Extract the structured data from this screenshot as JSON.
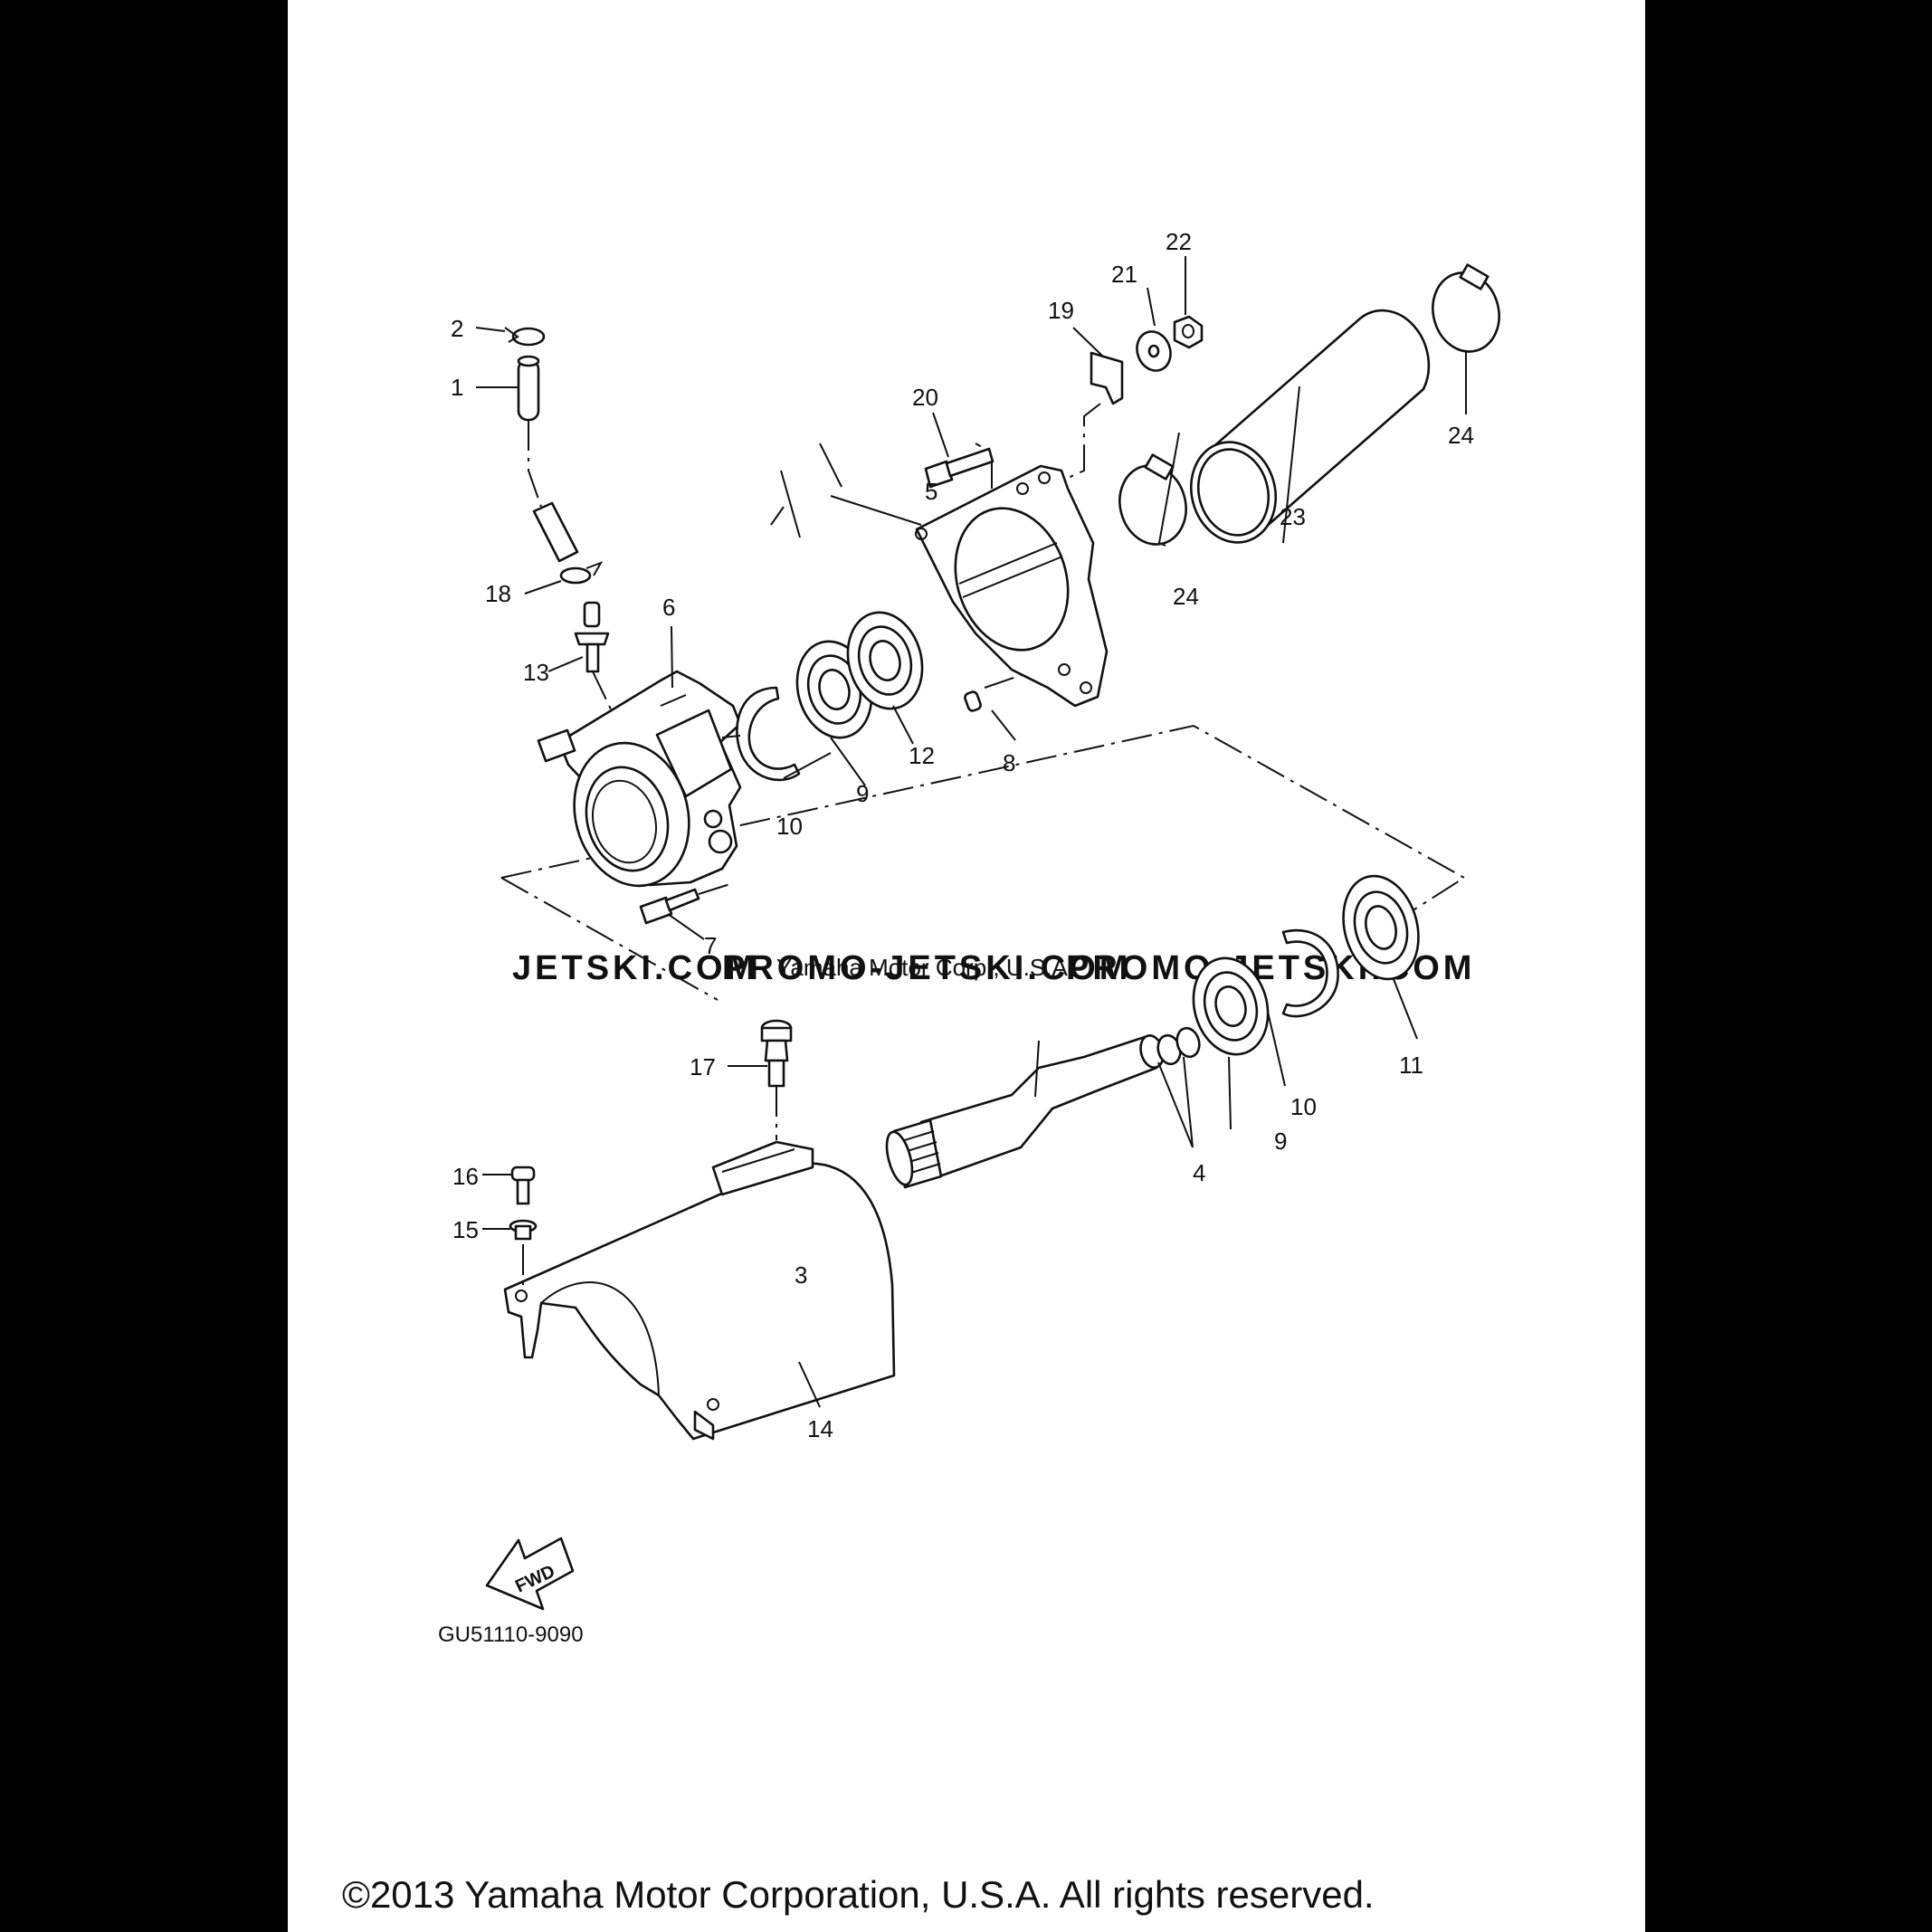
{
  "callouts": [
    {
      "id": "1",
      "label": "1"
    },
    {
      "id": "2",
      "label": "2"
    },
    {
      "id": "3",
      "label": "3"
    },
    {
      "id": "4",
      "label": "4"
    },
    {
      "id": "5",
      "label": "5"
    },
    {
      "id": "6",
      "label": "6"
    },
    {
      "id": "7",
      "label": "7"
    },
    {
      "id": "8",
      "label": "8"
    },
    {
      "id": "9a",
      "label": "9"
    },
    {
      "id": "9b",
      "label": "9"
    },
    {
      "id": "10a",
      "label": "10"
    },
    {
      "id": "10b",
      "label": "10"
    },
    {
      "id": "11",
      "label": "11"
    },
    {
      "id": "12",
      "label": "12"
    },
    {
      "id": "13",
      "label": "13"
    },
    {
      "id": "14",
      "label": "14"
    },
    {
      "id": "15",
      "label": "15"
    },
    {
      "id": "16",
      "label": "16"
    },
    {
      "id": "17",
      "label": "17"
    },
    {
      "id": "18",
      "label": "18"
    },
    {
      "id": "19",
      "label": "19"
    },
    {
      "id": "20",
      "label": "20"
    },
    {
      "id": "21",
      "label": "21"
    },
    {
      "id": "22",
      "label": "22"
    },
    {
      "id": "23",
      "label": "23"
    },
    {
      "id": "24a",
      "label": "24"
    },
    {
      "id": "24b",
      "label": "24"
    }
  ],
  "fwd_label": "FWD",
  "diagram_code": "GU51110-9090",
  "watermark_left": "JETSKI.COM",
  "watermark_mid": "PROMO-JETSKI.COM",
  "watermark_right": "PROMO-JETSKI.COM",
  "watermark_company": "Yamaha Motor Corp., U.S.A.",
  "copyright": "©2013 Yamaha Motor Corporation, U.S.A. All rights reserved."
}
